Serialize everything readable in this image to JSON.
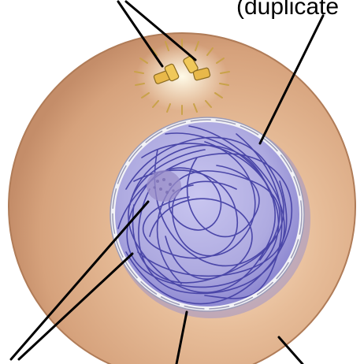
{
  "labels": {
    "top_right": "(duplicate"
  },
  "colors": {
    "cytoplasm": "#deb08f",
    "cytoplasm_edge": "#b07c58",
    "nucleus_fill": "#b5b2e4",
    "chromatin": "#4a46a8",
    "nuclear_envelope": "#f2f2f6",
    "centriole": "#e8b84a",
    "aster_glow": "#fff7d8",
    "leader_line": "#000000"
  },
  "icons": [
    "centrosome-with-centrioles",
    "nucleolus"
  ]
}
